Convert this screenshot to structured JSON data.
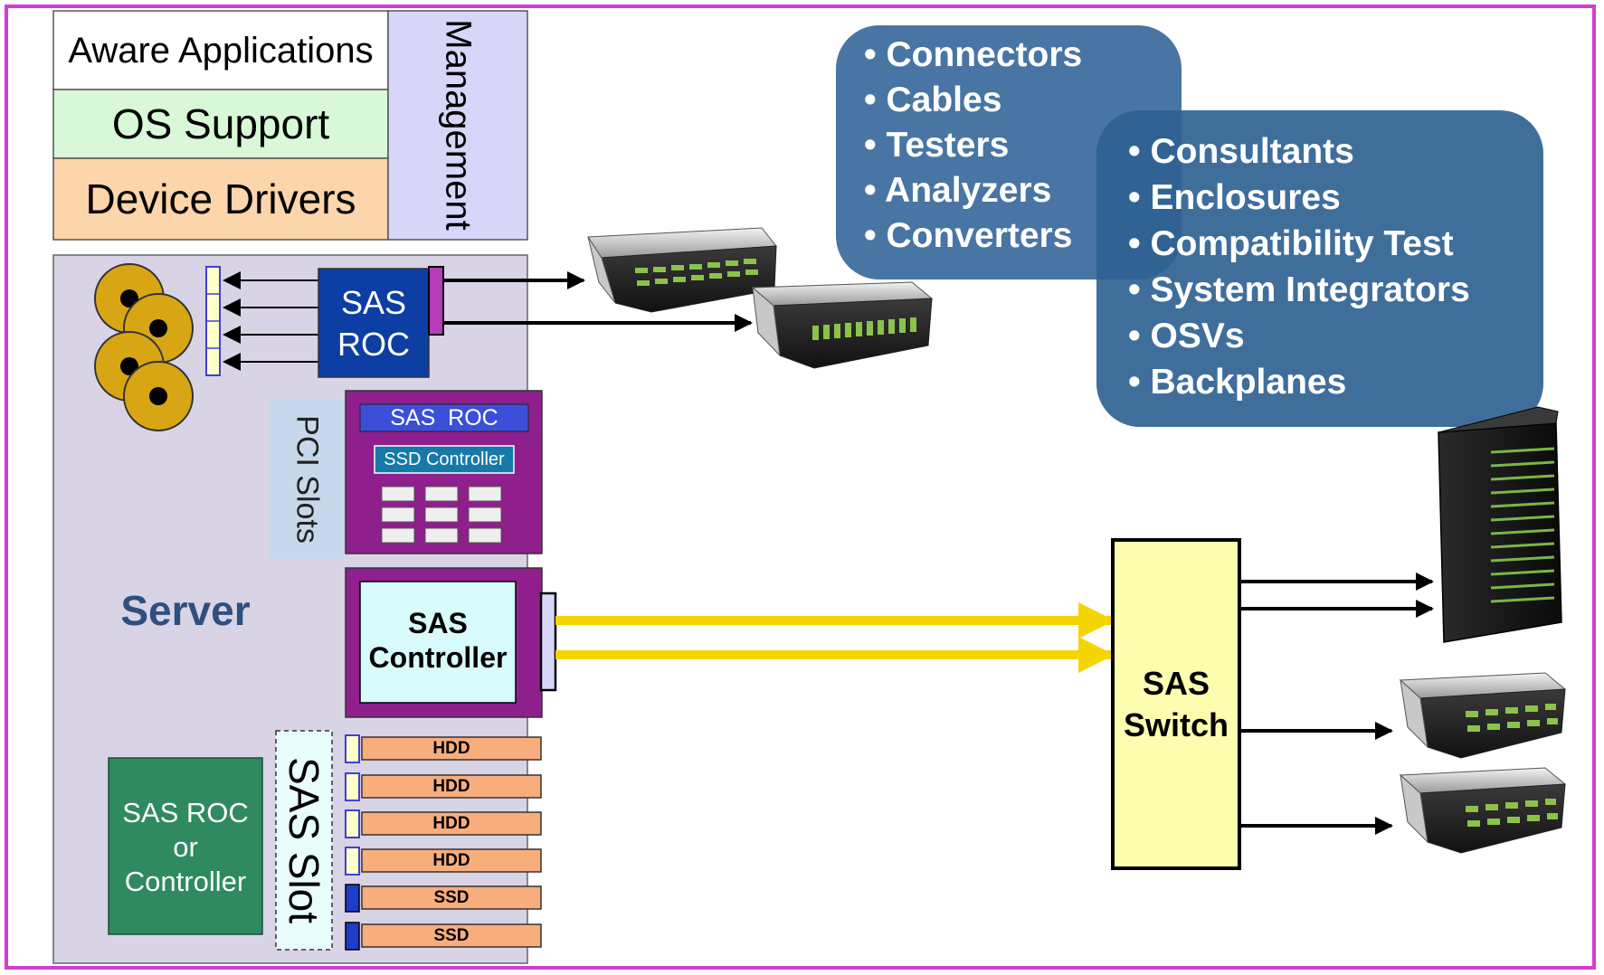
{
  "stack": {
    "apps": "Aware Applications",
    "os": "OS Support",
    "drivers": "Device Drivers",
    "management": "Management"
  },
  "server": {
    "label": "Server",
    "roc_top": {
      "line1": "SAS",
      "line2": "ROC"
    },
    "pci_slots": "PCI Slots",
    "pci_card": {
      "roc": "SAS  ROC",
      "ssd": "SSD Controller"
    },
    "sas_controller": {
      "line1": "SAS",
      "line2": "Controller"
    },
    "sas_slot": "SAS Slot",
    "roc_or_controller": {
      "line1": "SAS ROC",
      "line2": "or",
      "line3": "Controller"
    },
    "drives": [
      "HDD",
      "HDD",
      "HDD",
      "HDD",
      "SSD",
      "SSD"
    ]
  },
  "switch": {
    "line1": "SAS",
    "line2": "Switch"
  },
  "callout_1": [
    "Connectors",
    "Cables",
    "Testers",
    "Analyzers",
    "Converters"
  ],
  "callout_2": [
    "Consultants",
    "Enclosures",
    "Compatibility Test",
    "System Integrators",
    "OSVs",
    "Backplanes"
  ],
  "colors": {
    "frame": "#d63bd0",
    "server_bg": "#d9d3e6",
    "roc_blue": "#0d3ea3",
    "pci_card": "#8e1f8c",
    "switch": "#fdfdb0",
    "callout": "#3e6e9e",
    "yellow_link": "#f5d400",
    "drive": "#f8ad7d",
    "roc_green": "#2f8a60"
  }
}
